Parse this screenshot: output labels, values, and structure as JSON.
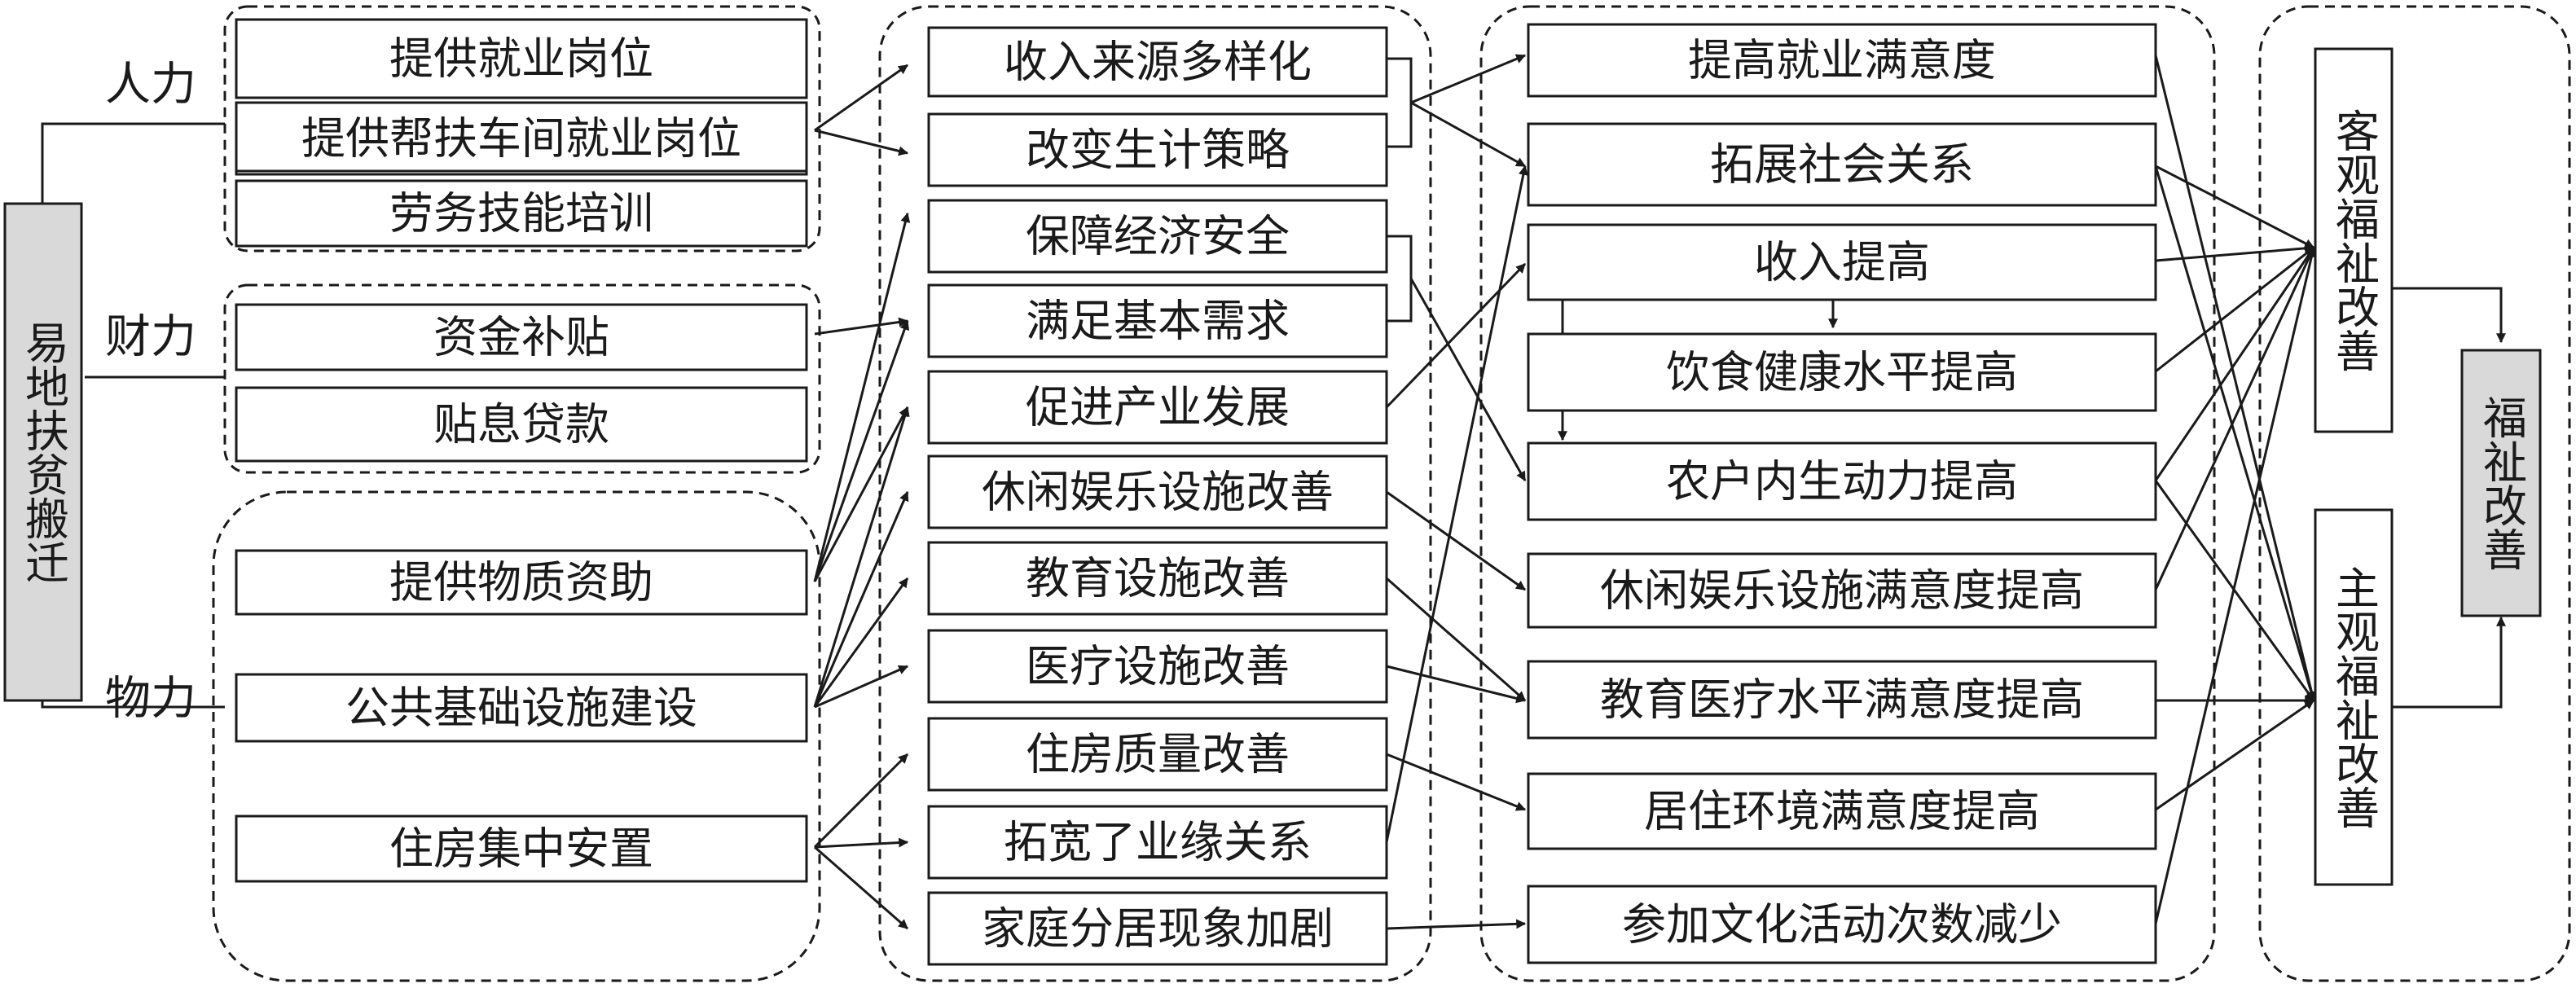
{
  "root_label": "易地扶贫搬迁",
  "final_label": "福祉改善",
  "categories": {
    "human": "人力",
    "financial": "财力",
    "material": "物力"
  },
  "inputs": {
    "human": [
      "提供就业岗位",
      "提供帮扶车间就业岗位",
      "劳务技能培训"
    ],
    "financial": [
      "资金补贴",
      "贴息贷款"
    ],
    "material": [
      "提供物质资助",
      "公共基础设施建设",
      "住房集中安置"
    ]
  },
  "mechanisms": [
    "收入来源多样化",
    "改变生计策略",
    "保障经济安全",
    "满足基本需求",
    "促进产业发展",
    "休闲娱乐设施改善",
    "教育设施改善",
    "医疗设施改善",
    "住房质量改善",
    "拓宽了业缘关系",
    "家庭分居现象加剧"
  ],
  "outcomes": [
    "提高就业满意度",
    "拓展社会关系",
    "收入提高",
    "饮食健康水平提高",
    "农户内生动力提高",
    "休闲娱乐设施满意度提高",
    "教育医疗水平满意度提高",
    "居住环境满意度提高",
    "参加文化活动次数减少"
  ],
  "welfare": {
    "objective": "客观福祉改善",
    "subjective": "主观福祉改善"
  }
}
